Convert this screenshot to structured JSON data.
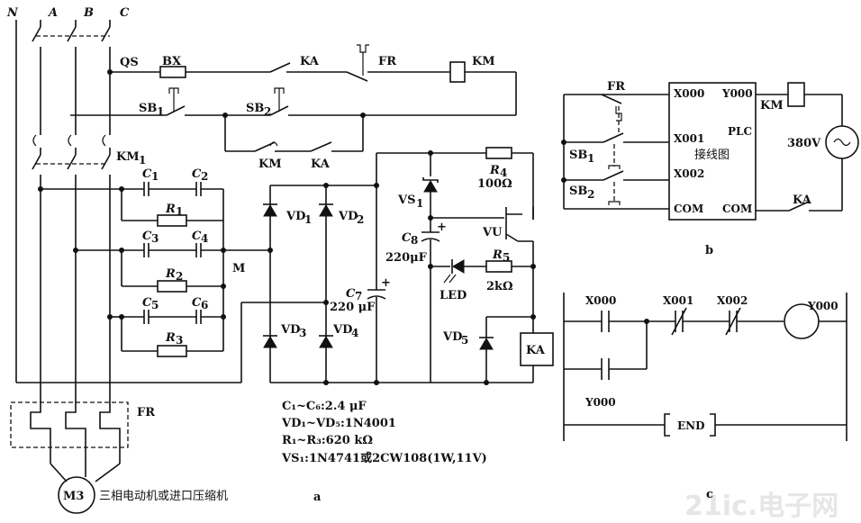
{
  "phases": [
    "N",
    "A",
    "B",
    "C"
  ],
  "main": {
    "qs": "QS",
    "bx": "BX",
    "ka": "KA",
    "fr": "FR",
    "km": "KM",
    "sb1": "SB",
    "sb1_sub": "1",
    "sb2": "SB",
    "sb2_sub": "2",
    "km_contact": "KM",
    "ka_contact": "KA",
    "km1": "KM",
    "km1_sub": "1",
    "fr_bottom": "FR",
    "motor": "M3",
    "motor_caption": "三相电动机或进口压缩机",
    "fig_a": "a"
  },
  "caps": {
    "c1": "C",
    "c1s": "1",
    "c2": "C",
    "c2s": "2",
    "c3": "C",
    "c3s": "3",
    "c4": "C",
    "c4s": "4",
    "c5": "C",
    "c5s": "5",
    "c6": "C",
    "c6s": "6",
    "r1": "R",
    "r1s": "1",
    "r2": "R",
    "r2s": "2",
    "r3": "R",
    "r3s": "3",
    "m": "M"
  },
  "rect": {
    "vd1": "VD",
    "vd1s": "1",
    "vd2": "VD",
    "vd2s": "2",
    "vd3": "VD",
    "vd3s": "3",
    "vd4": "VD",
    "vd4s": "4",
    "c7": "C",
    "c7s": "7",
    "c7v": "220 μF",
    "vs1": "VS",
    "vs1s": "1",
    "r4": "R",
    "r4s": "4",
    "r4v": "100Ω",
    "c8": "C",
    "c8s": "8",
    "c8v": "220μF",
    "vu": "VU",
    "r5": "R",
    "r5s": "5",
    "r5v": "2kΩ",
    "led": "LED",
    "vd5": "VD",
    "vd5s": "5",
    "ka_relay": "KA"
  },
  "notes": [
    "C₁~C₆:2.4 μF",
    "VD₁~VD₅:1N4001",
    "R₁~R₃:620 kΩ",
    "VS₁:1N4741或2CW108(1W,11V)"
  ],
  "plc": {
    "fr": "FR",
    "sb1": "SB",
    "sb1s": "1",
    "sb2": "SB",
    "sb2s": "2",
    "x000": "X000",
    "x001": "X001",
    "x002": "X002",
    "com_l": "COM",
    "y000": "Y000",
    "plc": "PLC",
    "wiring": "接线图",
    "com_r": "COM",
    "km": "KM",
    "v380": "380V",
    "ka": "KA",
    "fig_b": "b"
  },
  "ladder": {
    "x000": "X000",
    "x001": "X001",
    "x002": "X002",
    "y000": "Y000",
    "y000_contact": "Y000",
    "end": "END",
    "fig_c": "c"
  },
  "watermark": "21ic.电子网"
}
